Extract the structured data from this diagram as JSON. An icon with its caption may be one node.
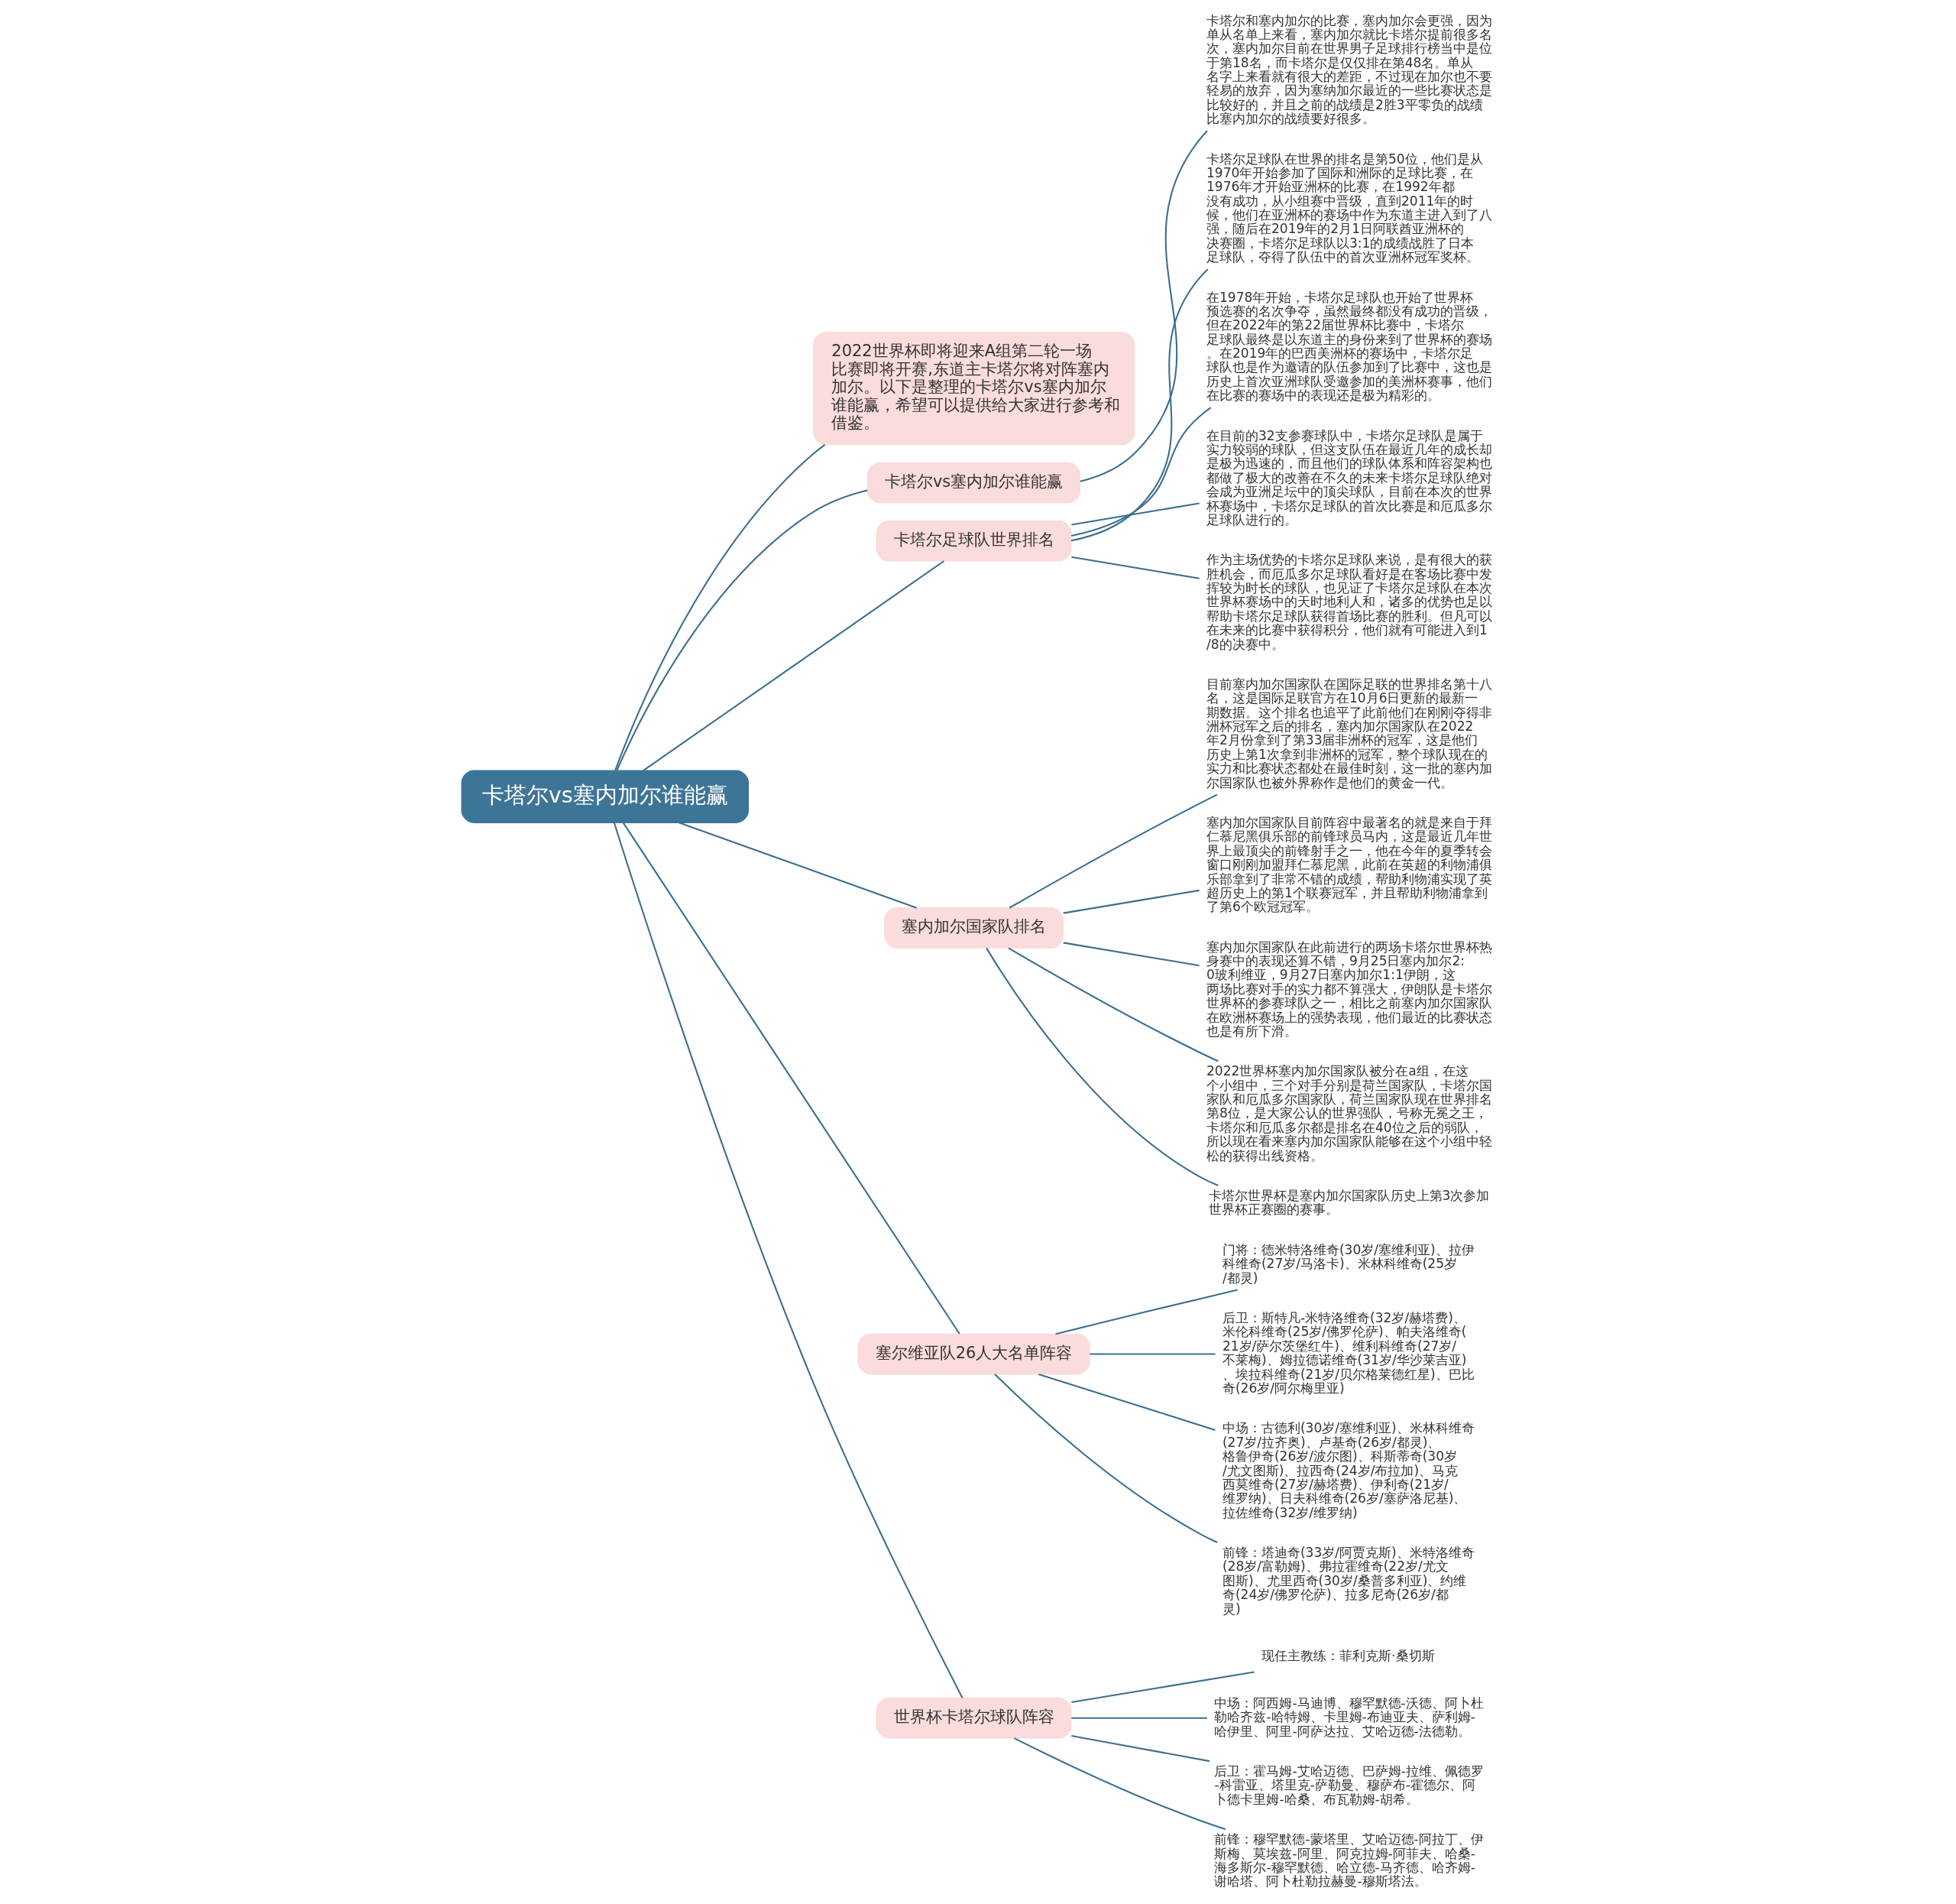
{
  "diagram": {
    "nodes": [
      {
        "text": [
          "卡塔尔vs塞内加尔谁能赢"
        ]
      },
      {
        "text": [
          "2022世界杯即将迎来A组第二轮一场比赛即将开赛,东道主卡塔尔将对阵塞内加尔。以下是整理的卡塔尔vs塞内加尔谁能赢，希望可以提供给大家进行参考和借鉴。"
        ]
      },
      {
        "text": [
          "卡塔尔vs塞内加尔谁能赢"
        ]
      },
      {
        "text": [
          "卡塔尔和塞内加尔的比赛，塞内加尔会更强，因为单从名单上来看，塞内加尔就比卡塔尔提前很多名次，塞内加尔目前在世界男子足球排行榜当中是位于第18名，而卡塔尔是仅仅排在第48名。单从名字上来看就有很大的差距，不过现在加尔也不要轻易的放弃，因为塞纳加尔最近的一些比赛状态是比较好的，并且之前的战绩是2胜3平零负的战绩比塞内加尔的战绩要好很多。"
        ]
      },
      {
        "text": [
          "卡塔尔足球队世界排名"
        ]
      },
      {
        "text": [
          "卡塔尔足球队在世界的排名是第50位，他们是从1970年开始参加了国际和洲际的足球比赛，在1976年才开始亚洲杯的比赛，在1992年都没有成功，从小组赛中晋级，直到2011年的时候，他们在亚洲杯的赛场中作为东道主进入到了八强，随后在2019年的2月1日阿联酋亚洲杯的决赛圈，卡塔尔足球队以3:1的成绩战胜了日本足球队，夺得了队伍中的首次亚洲杯冠军奖杯。"
        ]
      },
      {
        "text": [
          "在1978年开始，卡塔尔足球队也开始了世界杯预选赛的名次争夺，虽然最终都没有成功的晋级，但在2022年的第22届世界杯比赛中，卡塔尔足球队最终是以东道主的身份来到了世界杯的赛场。在2019年的巴西美洲杯的赛场中，卡塔尔足球队也是作为邀请的队伍参加到了比赛中，这也是历史上首次亚洲球队受邀参加的美洲杯赛事，他们在比赛的赛场中的表现还是极为精彩的。"
        ]
      },
      {
        "text": [
          "在目前的32支参赛球队中，卡塔尔足球队是属于实力较弱的球队，但这支队伍在最近几年的成长却是极为迅速的，而且他们的球队体系和阵容架构也都做了极大的改善在不久的未来卡塔尔足球队绝对会成为亚洲足坛中的顶尖球队，目前在本次的世界杯赛场中，卡塔尔足球队的首次比赛是和厄瓜多尔足球队进行的。"
        ]
      },
      {
        "text": [
          "作为主场优势的卡塔尔足球队来说，是有很大的获胜机会，而厄瓜多尔足球队看好是在客场比赛中发挥较为时长的球队，也见证了卡塔尔足球队在本次世界杯赛场中的天时地利人和，诸多的优势也足以帮助卡塔尔足球队获得首场比赛的胜利。但凡可以在未来的比赛中获得积分，他们就有可能进入到1/8的决赛中。"
        ]
      },
      {
        "text": [
          "塞内加尔国家队排名"
        ]
      },
      {
        "text": [
          "目前塞内加尔国家队在国际足联的世界排名第十八名，这是国际足联官方在10月6日更新的最新一期数据。这个排名也追平了此前他们在刚刚夺得非洲杯冠军之后的排名，塞内加尔国家队在2022年2月份拿到了第33届非洲杯的冠军，这是他们历史上第1次拿到非洲杯的冠军，整个球队现在的实力和比赛状态都处在最佳时刻，这一批的塞内加尔国家队也被外界称作是他们的黄金一代。"
        ]
      },
      {
        "text": [
          "塞内加尔国家队目前阵容中最著名的就是来自于拜仁慕尼黑俱乐部的前锋球员马内，这是最近几年世界上最顶尖的前锋射手之一，他在今年的夏季转会窗口刚刚加盟拜仁慕尼黑，此前在英超的利物浦俱乐部拿到了非常不错的成绩，帮助利物浦实现了英超历史上的第1个联赛冠军，并且帮助利物浦拿到了第6个欧冠冠军。"
        ]
      },
      {
        "text": [
          "塞内加尔国家队在此前进行的两场卡塔尔世界杯热身赛中的表现还算不错，9月25日塞内加尔2:0玻利维亚，9月27日塞内加尔1:1伊朗，这两场比赛对手的实力都不算强大，伊朗队是卡塔尔世界杯的参赛球队之一，相比之前塞内加尔国家队在欧洲杯赛场上的强势表现，他们最近的比赛状态也是有所下滑。"
        ]
      },
      {
        "text": [
          "2022世界杯塞内加尔国家队被分在a组，在这个小组中，三个对手分别是荷兰国家队，卡塔尔国家队和厄瓜多尔国家队，荷兰国家队现在世界排名第8位，是大家公认的世界强队，号称无冕之王，卡塔尔和厄瓜多尔都是排名在40位之后的弱队，所以现在看来塞内加尔国家队能够在这个小组中轻松的获得出线资格。"
        ]
      },
      {
        "text": [
          "卡塔尔世界杯是塞内加尔国家队历史上第3次参加世界杯正赛圈的赛事。"
        ]
      },
      {
        "text": [
          "塞尔维亚队26人大名单阵容"
        ]
      },
      {
        "text": [
          "门将：德米特洛维奇(30岁/塞维利亚)、拉伊科维奇(27岁/马洛卡)、米林科维奇(25岁/都灵)"
        ]
      },
      {
        "text": [
          "后卫：斯特凡-米特洛维奇(32岁/赫塔费)、米伦科维奇(25岁/佛罗伦萨)、帕夫洛维奇(21岁/萨尔茨堡红牛)、维利科维奇(27岁/不莱梅)、姆拉德诺维奇(31岁/华沙莱吉亚)、埃拉科维奇(21岁/贝尔格莱德红星)、巴比奇(26岁/阿尔梅里亚)"
        ]
      },
      {
        "text": [
          "中场：古德利(30岁/塞维利亚)、米林科维奇(27岁/拉齐奥)、卢基奇(26岁/都灵)、格鲁伊奇(26岁/波尔图)、科斯蒂奇(30岁/尤文图斯)、拉西奇(24岁/布拉加)、马克西莫维奇(27岁/赫塔费)、伊利奇(21岁/维罗纳)、日夫科维奇(26岁/塞萨洛尼基)、拉佐维奇(32岁/维罗纳)"
        ]
      },
      {
        "text": [
          "前锋：塔迪奇(33岁/阿贾克斯)、米特洛维奇(28岁/富勒姆)、弗拉霍维奇(22岁/尤文图斯)、尤里西奇(30岁/桑普多利亚)、约维奇(24岁/佛罗伦萨)、拉多尼奇(26岁/都灵)"
        ]
      },
      {
        "text": [
          "世界杯卡塔尔球队阵容"
        ]
      },
      {
        "text": [
          "现任主教练：菲利克斯·桑切斯"
        ]
      },
      {
        "text": [
          "中场：阿西姆-马迪博、穆罕默德-沃德、阿卜杜勒哈齐兹-哈特姆、卡里姆-布迪亚夫、萨利姆-哈伊里、阿里-阿萨达拉、艾哈迈德-法德勒。"
        ]
      },
      {
        "text": [
          "后卫：霍马姆-艾哈迈德、巴萨姆-拉维、佩德罗-科雷亚、塔里克-萨勒曼、穆萨布-霍德尔、阿卜德卡里姆-哈桑、布瓦勒姆-胡希。"
        ]
      },
      {
        "text": [
          "前锋：穆罕默德-蒙塔里、艾哈迈德-阿拉丁、伊斯梅、莫埃兹-阿里、阿克拉姆-阿菲夫、哈桑-海多斯尔-穆罕默德、哈立德-马齐德、哈齐姆-谢哈塔、阿卜杜勒拉赫曼-穆斯塔法。"
        ]
      }
    ],
    "edges": [
      {
        "from": 0,
        "to": 1,
        "arrow": "none"
      },
      {
        "from": 0,
        "to": 2,
        "arrow": "none"
      },
      {
        "from": 2,
        "to": 3,
        "arrow": "none"
      },
      {
        "from": 0,
        "to": 4,
        "arrow": "none"
      },
      {
        "from": 4,
        "to": 5,
        "arrow": "none"
      },
      {
        "from": 4,
        "to": 6,
        "arrow": "none"
      },
      {
        "from": 4,
        "to": 7,
        "arrow": "none"
      },
      {
        "from": 4,
        "to": 8,
        "arrow": "none"
      },
      {
        "from": 0,
        "to": 9,
        "arrow": "none"
      },
      {
        "from": 9,
        "to": 10,
        "arrow": "none"
      },
      {
        "from": 9,
        "to": 11,
        "arrow": "none"
      },
      {
        "from": 9,
        "to": 12,
        "arrow": "none"
      },
      {
        "from": 9,
        "to": 13,
        "arrow": "none"
      },
      {
        "from": 9,
        "to": 14,
        "arrow": "none"
      },
      {
        "from": 0,
        "to": 15,
        "arrow": "none"
      },
      {
        "from": 15,
        "to": 16,
        "arrow": "none"
      },
      {
        "from": 15,
        "to": 17,
        "arrow": "none"
      },
      {
        "from": 15,
        "to": 18,
        "arrow": "none"
      },
      {
        "from": 15,
        "to": 19,
        "arrow": "none"
      },
      {
        "from": 0,
        "to": 20,
        "arrow": "none"
      },
      {
        "from": 20,
        "to": 21,
        "arrow": "none"
      },
      {
        "from": 20,
        "to": 22,
        "arrow": "none"
      },
      {
        "from": 20,
        "to": 23,
        "arrow": "none"
      },
      {
        "from": 20,
        "to": 24,
        "arrow": "none"
      }
    ]
  }
}
